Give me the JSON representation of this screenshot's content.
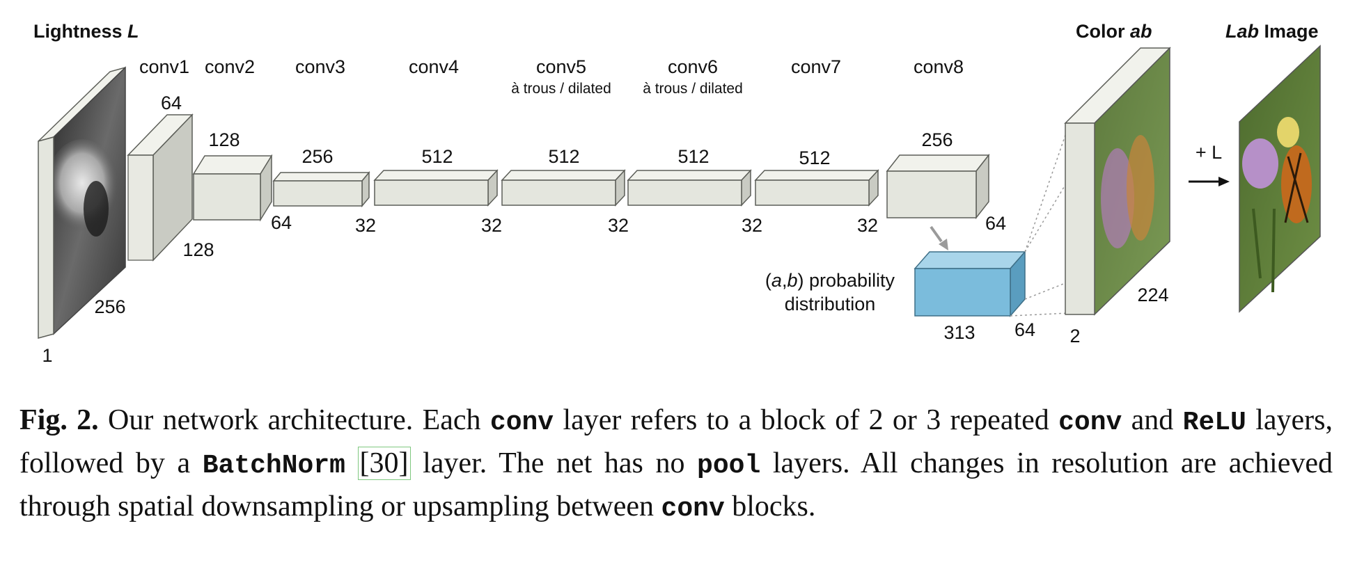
{
  "diagram": {
    "lightness_label": {
      "prefix": "Lightness ",
      "var": "L"
    },
    "color_label": {
      "prefix": "Color ",
      "var": "ab"
    },
    "lab_label": {
      "var": "Lab",
      "suffix": " Image"
    },
    "plus_l": "+ L",
    "layers": [
      {
        "name": "conv1",
        "sub": ""
      },
      {
        "name": "conv2",
        "sub": ""
      },
      {
        "name": "conv3",
        "sub": ""
      },
      {
        "name": "conv4",
        "sub": ""
      },
      {
        "name": "conv5",
        "sub": "à trous / dilated"
      },
      {
        "name": "conv6",
        "sub": "à trous / dilated"
      },
      {
        "name": "conv7",
        "sub": ""
      },
      {
        "name": "conv8",
        "sub": ""
      }
    ],
    "dims": {
      "input_channels": "1",
      "input_size": "256",
      "conv1_channels": "64",
      "conv1_size": "128",
      "conv2_channels": "128",
      "conv2_size": "64",
      "conv3_channels": "256",
      "conv3_size": "32",
      "conv4_channels": "512",
      "conv4_size": "32",
      "conv5_channels": "512",
      "conv5_size": "32",
      "conv6_channels": "512",
      "conv6_size": "32",
      "conv7_channels": "512",
      "conv7_size": "32",
      "conv8_channels": "256",
      "conv8_size": "64",
      "prob_channels": "313",
      "prob_size": "64",
      "ab_channels": "2",
      "ab_size": "224"
    },
    "prob_label": {
      "open": "(",
      "a": "a",
      "comma": ",",
      "b": "b",
      "close": ") probability",
      "line2": "distribution"
    },
    "colors": {
      "box": "#e4e6de",
      "prob": "#7bbcdc",
      "arrow": "#9a9a9a"
    }
  },
  "caption": {
    "fig": "Fig. 2.",
    "t1": " Our network architecture. Each ",
    "c1": "conv",
    "t2": " layer refers to a block of 2 or 3 repeated ",
    "c2": "conv",
    "t3": " and ",
    "c3": "ReLU",
    "t4": " layers, followed by a ",
    "c4": "BatchNorm",
    "t5": " ",
    "cite": "[30]",
    "t6": " layer. The net has no ",
    "c5": "pool",
    "t7": " layers. All changes in resolution are achieved through spatial downsampling or upsampling between ",
    "c6": "conv",
    "t8": " blocks."
  }
}
